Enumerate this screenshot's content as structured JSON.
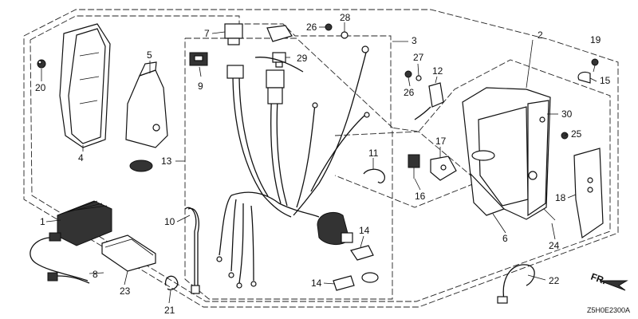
{
  "diagram_code": "Z5H0E2300A",
  "direction_marker": "FR.",
  "callouts": [
    "1",
    "2",
    "3",
    "4",
    "5",
    "6",
    "7",
    "8",
    "9",
    "10",
    "11",
    "12",
    "13",
    "14",
    "14",
    "15",
    "16",
    "17",
    "18",
    "19",
    "20",
    "21",
    "22",
    "23",
    "24",
    "25",
    "26",
    "26",
    "27",
    "28",
    "29",
    "30"
  ]
}
